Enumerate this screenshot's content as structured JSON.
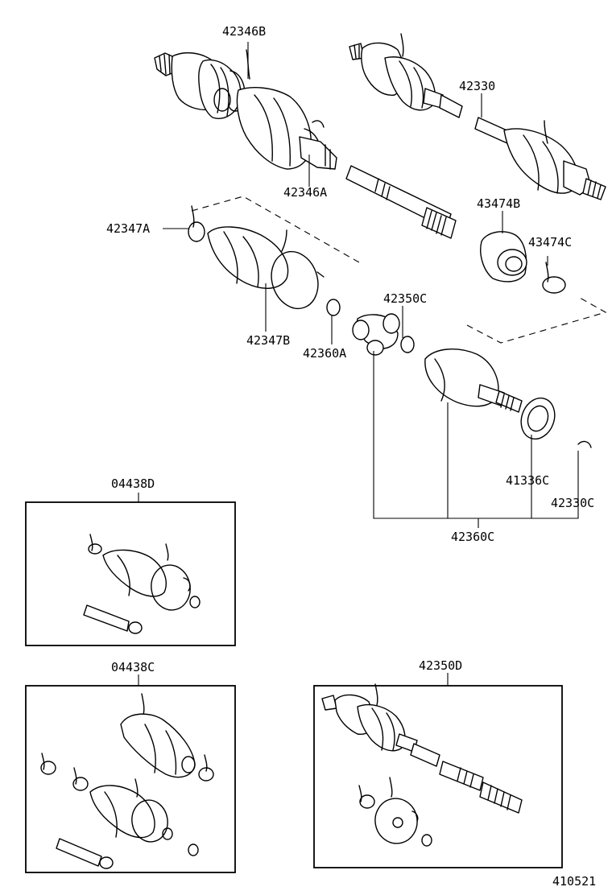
{
  "labels": {
    "p42346B": "42346B",
    "p42330": "42330",
    "p42346A": "42346A",
    "p43474B": "43474B",
    "p42347A": "42347A",
    "p43474C": "43474C",
    "p42350C": "42350C",
    "p42347B": "42347B",
    "p42360A": "42360A",
    "p04438D": "04438D",
    "p41336C": "41336C",
    "p42330C": "42330C",
    "p42360C": "42360C",
    "p04438C": "04438C",
    "p42350D": "42350D",
    "figure_number": "410521"
  }
}
